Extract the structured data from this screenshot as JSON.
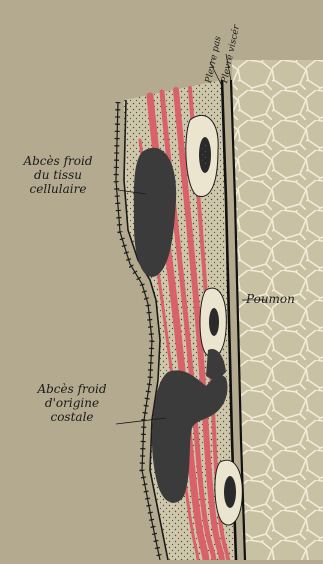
{
  "labels": {
    "abces_tissu": [
      "Abcès froid",
      "du tissu",
      "cellulaire"
    ],
    "abces_costal": [
      "Abcès froid",
      "d'origine",
      "costale"
    ],
    "poumon": "Poumon",
    "plevre_parietale": "Plevre pas",
    "plevre_viscerale": "Plevre viscér"
  },
  "colors": {
    "background": "#b3aa8f",
    "lung_fill": "#c9c1a4",
    "lung_cells": "#f2ecd8",
    "muscle_red": "#d9626a",
    "abscess": "#3b3b3b",
    "rib_bone": "#ebe5d0",
    "rib_marrow": "#2a2a2a",
    "dots": "#4a4a4a"
  }
}
